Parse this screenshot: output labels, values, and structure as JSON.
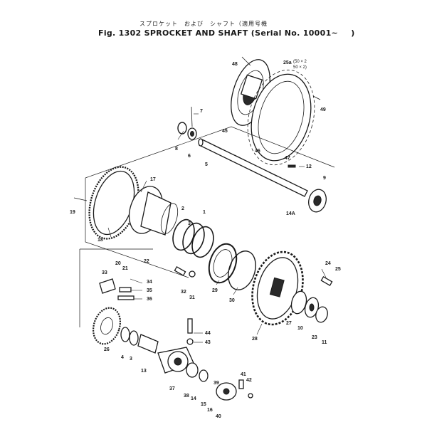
{
  "header": {
    "title_jp_top": "スプロケット　および　シャフト（適用号機",
    "fig_label": "Fig. 1302",
    "title_en": "SPROCKET AND SHAFT",
    "serial_prefix": "(Serial No. 10001~",
    "serial_suffix": ")"
  },
  "note_25": {
    "ref": "25a",
    "line1": "(50 × 2",
    "line2": "50 × 2)"
  },
  "callouts": [
    "48",
    "49",
    "45",
    "46",
    "47",
    "7",
    "6",
    "8",
    "5",
    "12",
    "9",
    "17",
    "19",
    "18",
    "14A",
    "2",
    "1",
    "3",
    "29",
    "30",
    "20",
    "21",
    "22",
    "24",
    "25",
    "33",
    "34",
    "35",
    "36",
    "32",
    "31",
    "27",
    "10",
    "23",
    "11",
    "28",
    "26",
    "4",
    "3",
    "13",
    "44",
    "43",
    "37",
    "39",
    "14",
    "15",
    "16",
    "38",
    "40",
    "41",
    "42"
  ]
}
